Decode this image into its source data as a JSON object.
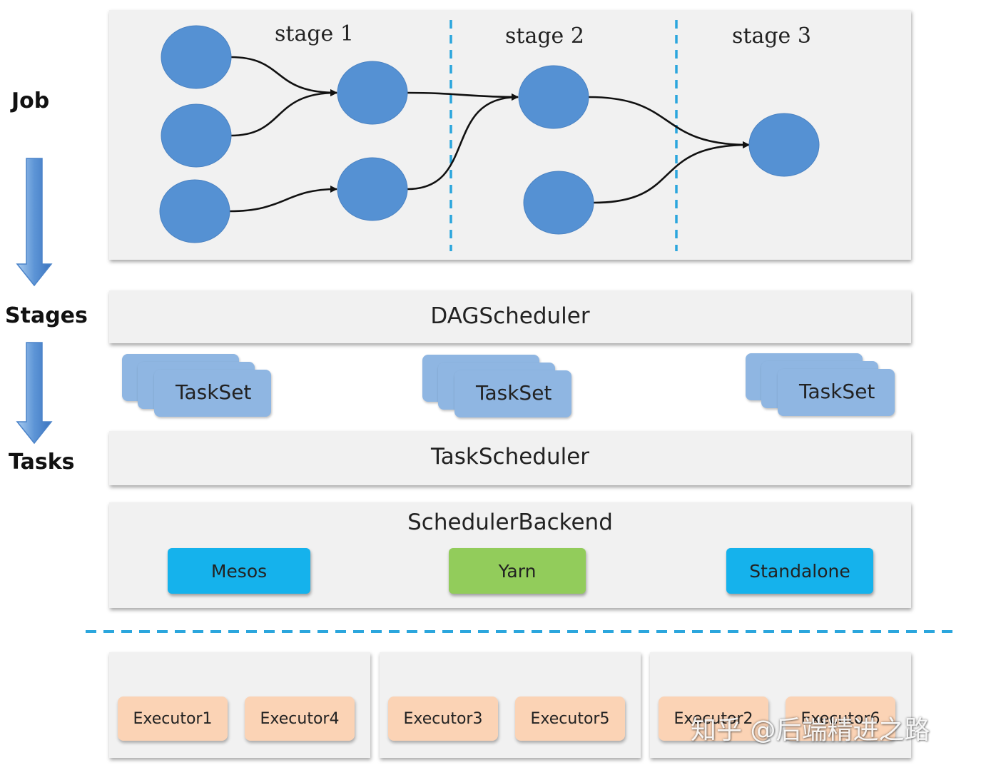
{
  "side_labels": {
    "job": "Job",
    "stages": "Stages",
    "tasks": "Tasks"
  },
  "dag": {
    "stages": [
      "stage 1",
      "stage 2",
      "stage 3"
    ],
    "node_color": "#5591d3",
    "divider_color": "#2ba6dd"
  },
  "dag_scheduler": {
    "title": "DAGScheduler"
  },
  "tasksets": [
    "TaskSet",
    "TaskSet",
    "TaskSet"
  ],
  "task_scheduler": {
    "title": "TaskScheduler"
  },
  "scheduler_backend": {
    "title": "SchedulerBackend",
    "options": [
      {
        "label": "Mesos",
        "color": "#15b2ec"
      },
      {
        "label": "Yarn",
        "color": "#92cc5b"
      },
      {
        "label": "Standalone",
        "color": "#15b2ec"
      }
    ]
  },
  "executors": [
    "Executor1",
    "Executor4",
    "Executor3",
    "Executor5",
    "Executor2",
    "Executor6"
  ],
  "watermark": "知乎 @后端精进之路"
}
